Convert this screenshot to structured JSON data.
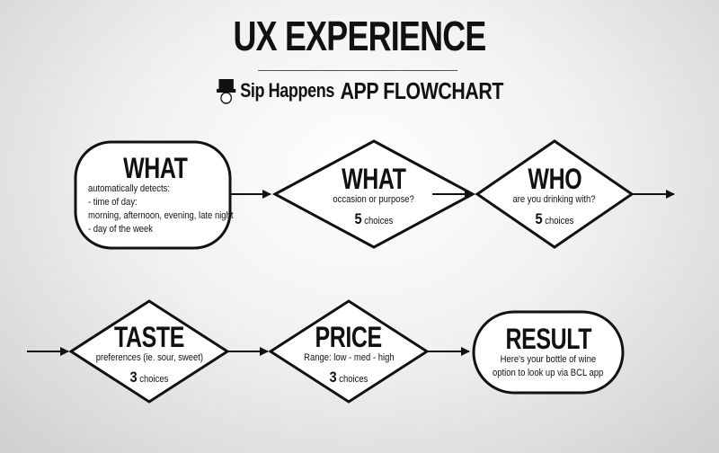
{
  "header": {
    "title": "UX EXPERIENCE",
    "brand": "Sip Happens",
    "subtitle": "APP FLOWCHART"
  },
  "nodes": {
    "what1": {
      "heading": "WHAT",
      "lines": [
        "automatically detects:",
        "- time of day:",
        "morning, afternoon, evening, late night",
        "- day of the week"
      ]
    },
    "what2": {
      "heading": "WHAT",
      "text": "occasion or purpose?",
      "count": "5",
      "count_label": "choices"
    },
    "who": {
      "heading": "WHO",
      "text": "are you drinking with?",
      "count": "5",
      "count_label": "choices"
    },
    "taste": {
      "heading": "TASTE",
      "text": "preferences (ie. sour, sweet)",
      "count": "3",
      "count_label": "choices"
    },
    "price": {
      "heading": "PRICE",
      "text": "Range: low - med - high",
      "count": "3",
      "count_label": "choices"
    },
    "result": {
      "heading": "RESULT",
      "lines": [
        "Here's your bottle of wine",
        "option to look up via BCL app"
      ]
    }
  }
}
